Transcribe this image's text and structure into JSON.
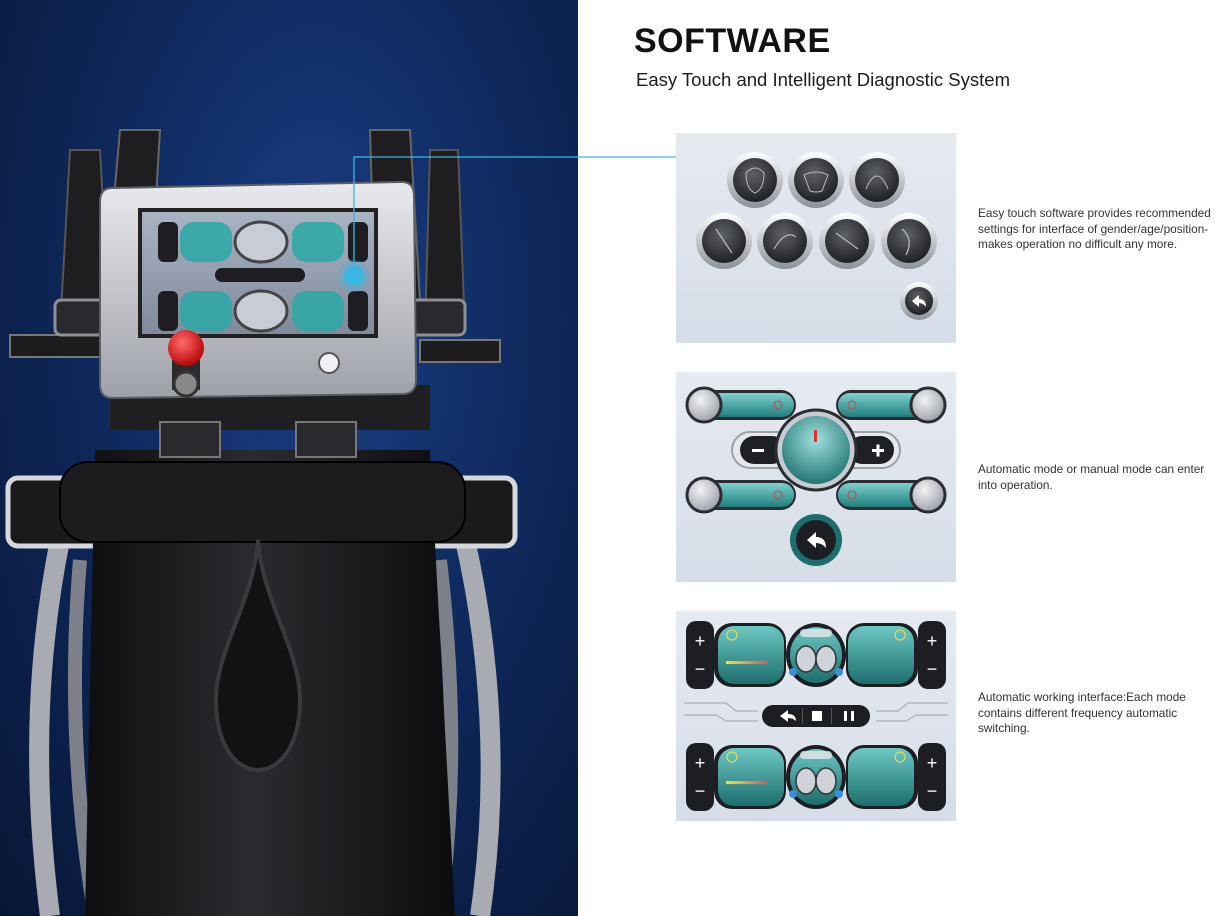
{
  "header": {
    "title": "SOFTWARE",
    "subtitle": "Easy Touch and Intelligent Diagnostic System"
  },
  "features": [
    {
      "description": "Easy touch software provides recommended settings for interface of gender/age/position-makes operation no difficult any more."
    },
    {
      "description": "Automatic mode or manual mode can enter into operation."
    },
    {
      "description": "Automatic working interface:Each mode contains different frequency automatic switching."
    }
  ],
  "icons": {
    "back": "back-arrow-icon",
    "stop": "stop-icon",
    "pause": "pause-icon",
    "play": "play-icon",
    "plus": "plus-icon",
    "minus": "minus-icon",
    "power": "power-icon"
  },
  "colors": {
    "background_blue": "#0f2a5f",
    "accent_teal": "#2aa8a6",
    "connector_line": "#3bb6e6",
    "emergency_red": "#e01818",
    "panel_bg": "#dfe4ec"
  }
}
